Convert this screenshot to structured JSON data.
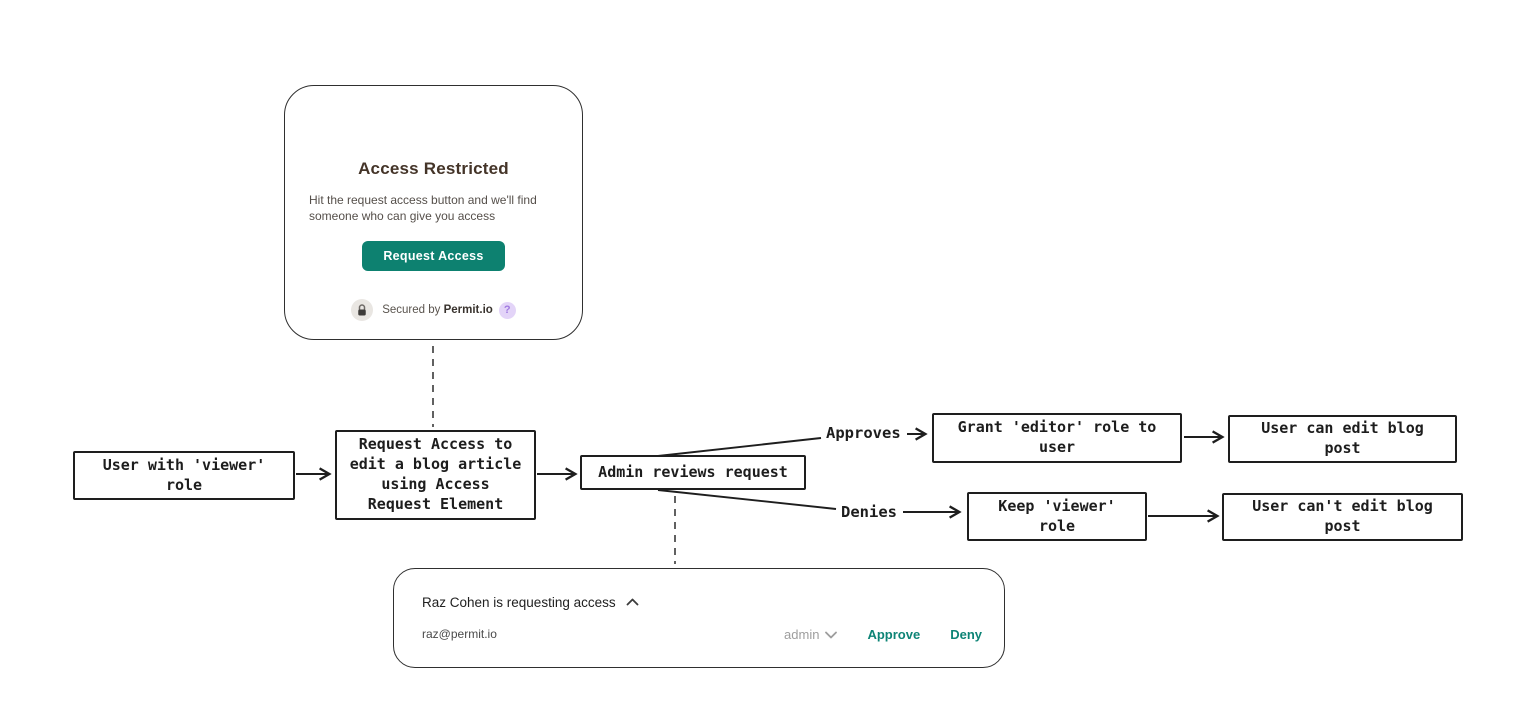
{
  "access_card": {
    "title": "Access Restricted",
    "description": "Hit the request access button and we'll find\nsomeone who can give you access",
    "button_label": "Request Access",
    "secured_prefix": "Secured by",
    "secured_brand": "Permit.io",
    "help_glyph": "?"
  },
  "flowchart": {
    "nodes": [
      {
        "id": "user-viewer",
        "label": "User with 'viewer'\nrole"
      },
      {
        "id": "request-access",
        "label": "Request Access to\nedit a blog article\nusing Access\nRequest Element"
      },
      {
        "id": "admin-reviews",
        "label": "Admin reviews request"
      },
      {
        "id": "grant-editor",
        "label": "Grant 'editor' role to\nuser"
      },
      {
        "id": "can-edit",
        "label": "User can edit blog\npost"
      },
      {
        "id": "keep-viewer",
        "label": "Keep 'viewer'\nrole"
      },
      {
        "id": "cannot-edit",
        "label": "User can't edit blog\npost"
      }
    ],
    "edge_labels": {
      "approves": "Approves",
      "denies": "Denies"
    }
  },
  "request_card": {
    "header": "Raz Cohen is requesting access",
    "email": "raz@permit.io",
    "role_value": "admin",
    "approve_label": "Approve",
    "deny_label": "Deny"
  },
  "colors": {
    "accent_teal": "#0D8170",
    "action_teal": "#0E8476",
    "title_brown": "#443428",
    "diagram_ink": "#1E1E1E",
    "muted_gray": "#9E9E9E",
    "help_purple": "#A07AE0",
    "help_purple_bg": "#E3D4F8"
  }
}
